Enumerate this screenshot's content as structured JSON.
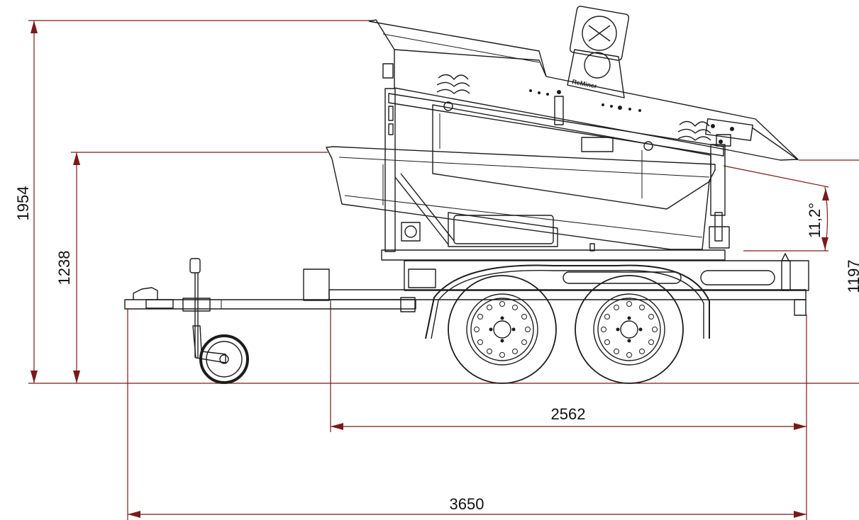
{
  "drawing": {
    "brand_logo": "ReMiner",
    "dimensions": {
      "overall_height": "1954",
      "hopper_height": "1238",
      "platform_height": "1197",
      "screen_angle": "11,2°",
      "axle_to_rear": "2562",
      "overall_length": "3650"
    }
  }
}
